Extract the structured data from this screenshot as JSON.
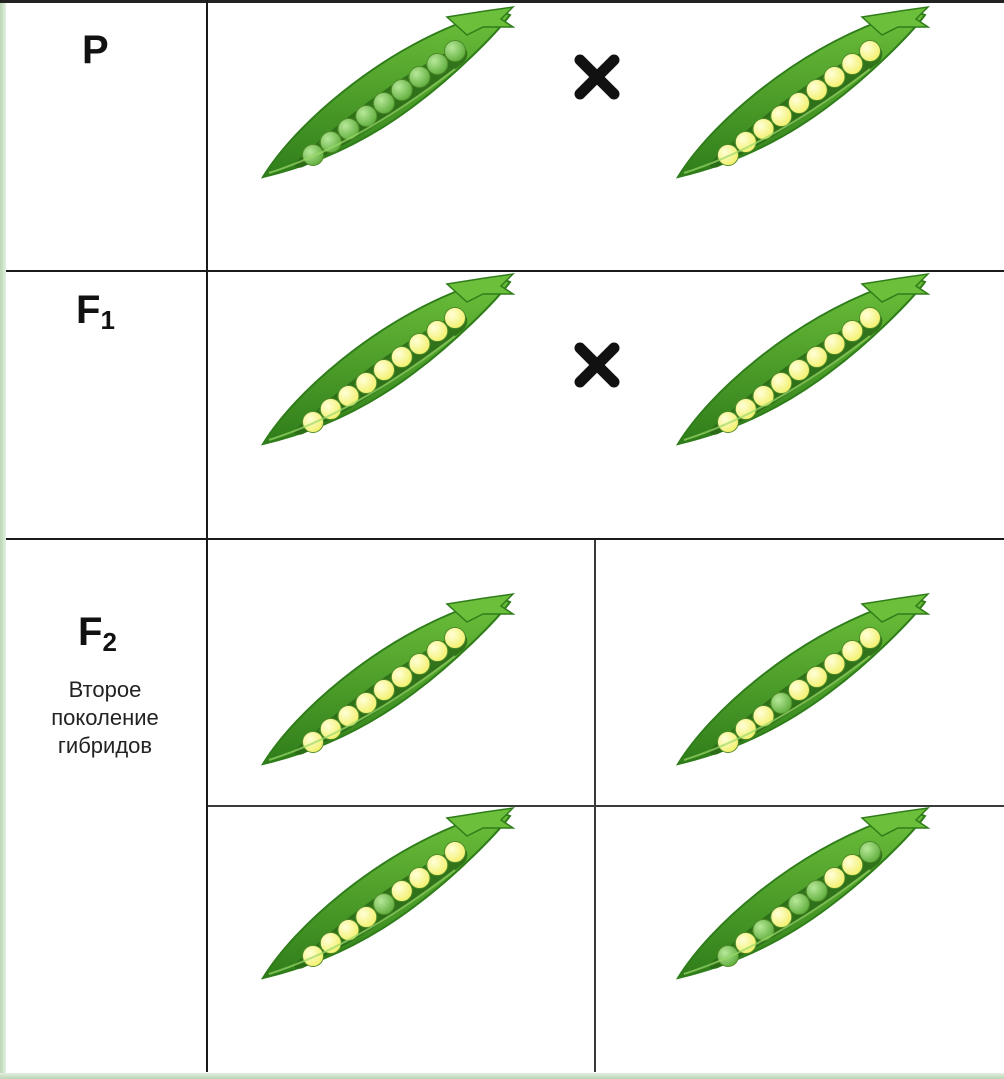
{
  "rows": [
    {
      "label": "P",
      "subscript": ""
    },
    {
      "label": "F",
      "subscript": "1"
    },
    {
      "label": "F",
      "subscript": "2"
    }
  ],
  "caption_lines": [
    "Второе",
    "поколение",
    "гибридов"
  ],
  "cross_symbol": "×",
  "colors": {
    "pod_dark": "#2f7d1a",
    "pod_light": "#6cbf3a",
    "pea_yellow": "#f2f06a",
    "pea_green": "#5fae3c",
    "line": "#1a1a1a"
  },
  "pods": [
    {
      "generation": "P",
      "peas": [
        "green",
        "green",
        "green",
        "green",
        "green",
        "green",
        "green",
        "green",
        "green"
      ]
    },
    {
      "generation": "P",
      "peas": [
        "yellow",
        "yellow",
        "yellow",
        "yellow",
        "yellow",
        "yellow",
        "yellow",
        "yellow",
        "yellow"
      ]
    },
    {
      "generation": "F1",
      "peas": [
        "yellow",
        "yellow",
        "yellow",
        "yellow",
        "yellow",
        "yellow",
        "yellow",
        "yellow",
        "yellow"
      ]
    },
    {
      "generation": "F1",
      "peas": [
        "yellow",
        "yellow",
        "yellow",
        "yellow",
        "yellow",
        "yellow",
        "yellow",
        "yellow",
        "yellow"
      ]
    },
    {
      "generation": "F2",
      "peas": [
        "yellow",
        "yellow",
        "yellow",
        "yellow",
        "yellow",
        "yellow",
        "yellow",
        "yellow",
        "yellow"
      ]
    },
    {
      "generation": "F2",
      "peas": [
        "yellow",
        "yellow",
        "yellow",
        "green",
        "yellow",
        "yellow",
        "yellow",
        "yellow",
        "yellow"
      ]
    },
    {
      "generation": "F2",
      "peas": [
        "yellow",
        "yellow",
        "yellow",
        "yellow",
        "green",
        "yellow",
        "yellow",
        "yellow",
        "yellow"
      ]
    },
    {
      "generation": "F2",
      "peas": [
        "green",
        "yellow",
        "green",
        "yellow",
        "green",
        "green",
        "yellow",
        "yellow",
        "green"
      ]
    }
  ]
}
